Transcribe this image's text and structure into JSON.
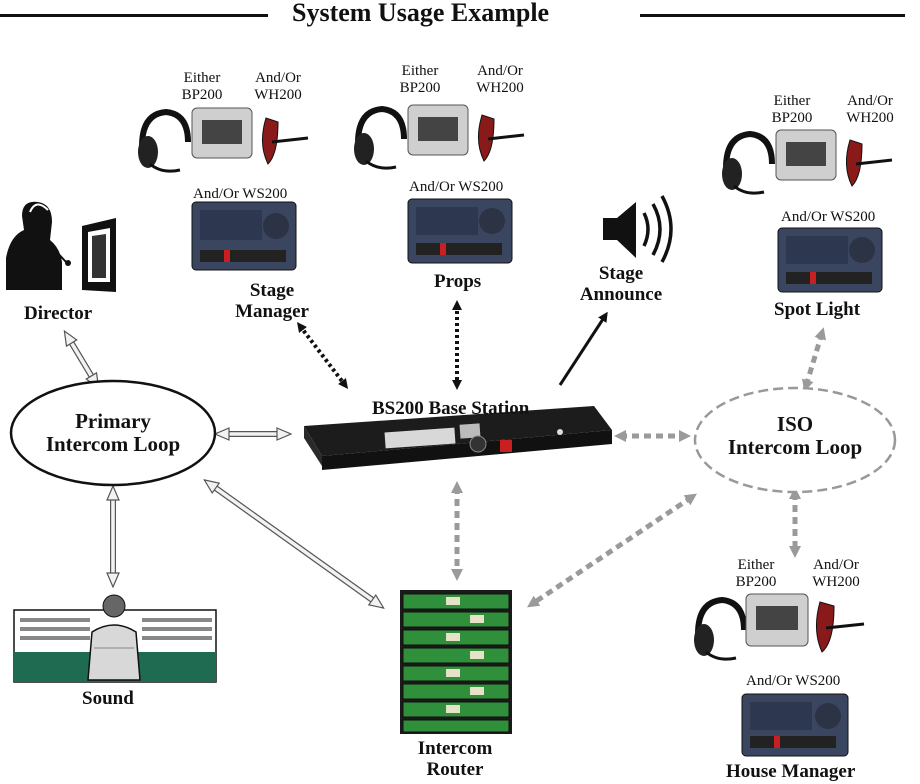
{
  "title": "System Usage Example",
  "nodes": {
    "director": "Director",
    "primary_loop": [
      "Primary",
      "Intercom Loop"
    ],
    "sound": "Sound",
    "stage_manager": [
      "Stage",
      "Manager"
    ],
    "props": "Props",
    "stage_announce": [
      "Stage",
      "Announce"
    ],
    "spot_light": "Spot Light",
    "base_station": "BS200 Base Station",
    "iso_loop": [
      "ISO",
      "Intercom Loop"
    ],
    "intercom_router": [
      "Intercom",
      "Router"
    ],
    "house_manager": "House Manager"
  },
  "station_labels": {
    "either": "Either",
    "bp200": "BP200",
    "and_or": "And/Or",
    "wh200": "WH200",
    "ws200": "And/Or WS200"
  },
  "colors": {
    "black_link": "#111111",
    "gray_link": "#9a9a9a",
    "outline_link": "#444444",
    "device_body": "#3a4660",
    "router_green": "#2f8f3a"
  }
}
